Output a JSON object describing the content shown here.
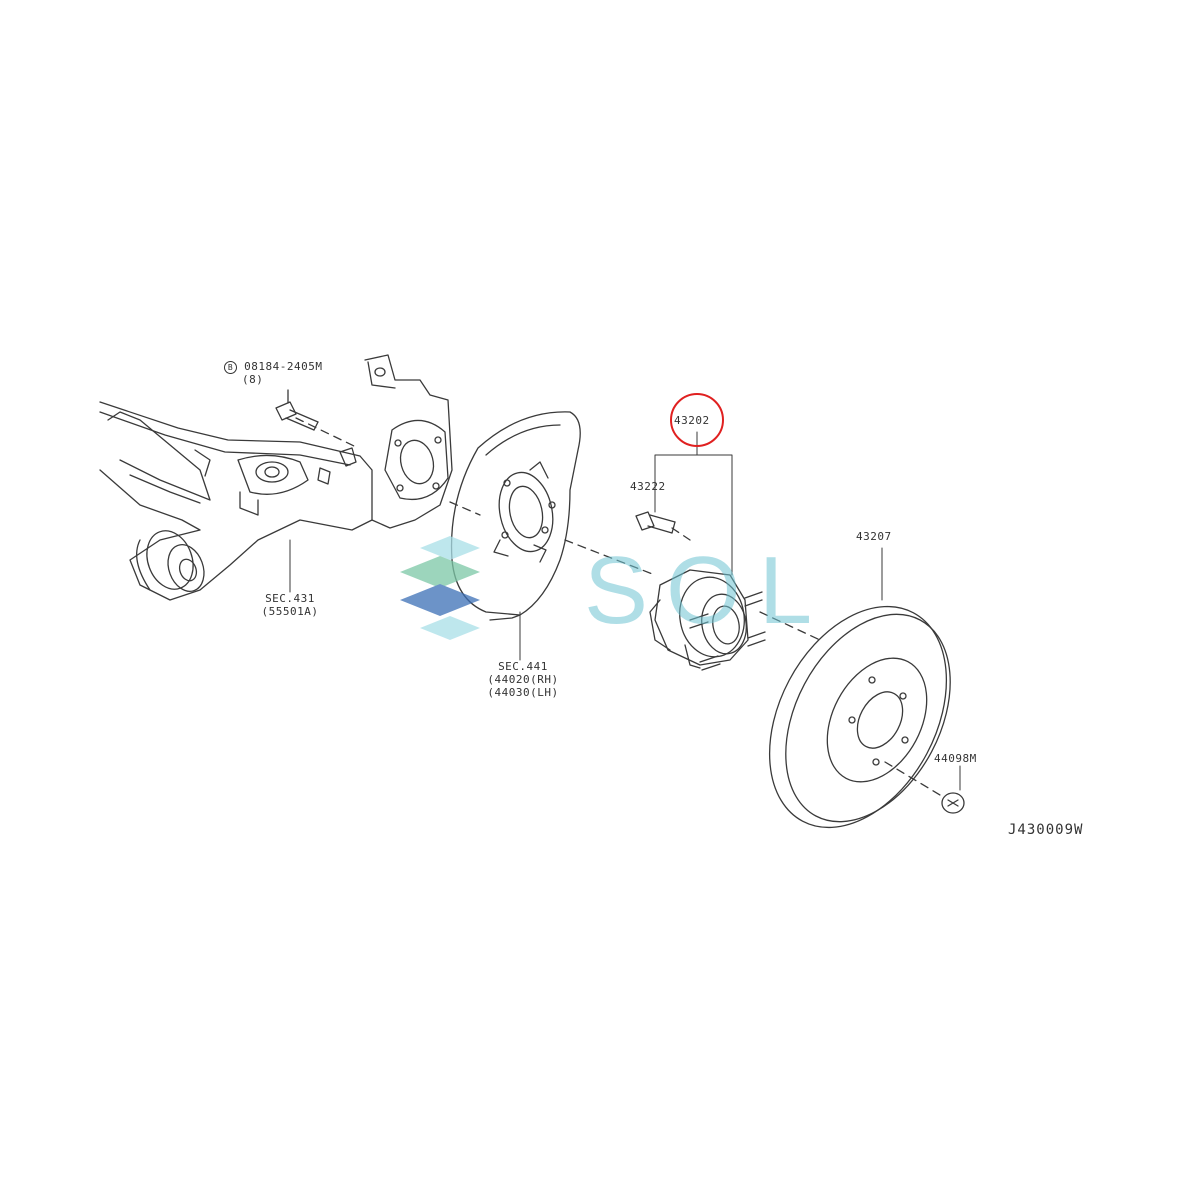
{
  "labels": {
    "bolt_spec_line1": "08184-2405M",
    "bolt_spec_line2": "(8)",
    "bolt_spec_prefix": "B",
    "sec431_line1": "SEC.431",
    "sec431_line2": "(55501A)",
    "sec441_line1": "SEC.441",
    "sec441_line2": "(44020(RH)",
    "sec441_line3": "(44030(LH)",
    "hub_assembly": "43202",
    "hub_bolt": "43222",
    "rotor": "43207",
    "rotor_screw": "44098M",
    "diagram_ref": "J430009W"
  },
  "watermark": {
    "text": "SOL"
  },
  "colors": {
    "line": "#3a3a3a",
    "highlight_circle": "#e02020",
    "watermark": "#6ec3d2",
    "watermark_logo_blue": "#3b6fb6",
    "watermark_logo_green": "#7cc7a6"
  }
}
